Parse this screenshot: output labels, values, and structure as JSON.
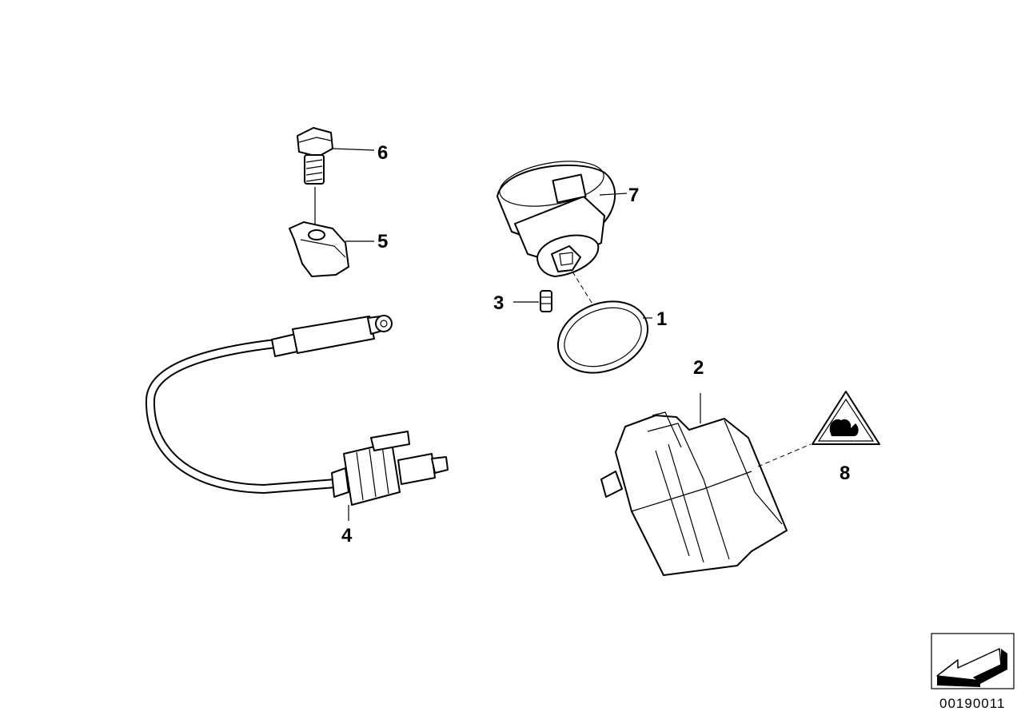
{
  "callouts": {
    "c1": "1",
    "c2": "2",
    "c3": "3",
    "c4": "4",
    "c5": "5",
    "c6": "6",
    "c7": "7",
    "c8": "8"
  },
  "document_number": "00190011",
  "icons": {
    "warning_label": "warning-triangle-icon",
    "orientation": "direction-arrow-icon"
  },
  "colors": {
    "line": "#000000",
    "background": "#ffffff"
  }
}
